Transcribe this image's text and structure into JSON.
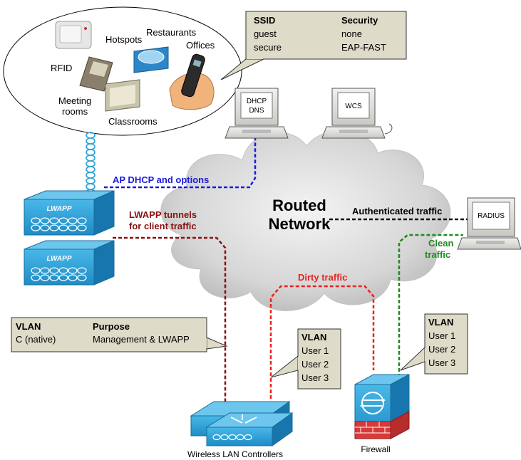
{
  "venues": {
    "rfid": "RFID",
    "hotspots": "Hotspots",
    "restaurants": "Restaurants",
    "offices": "Offices",
    "meeting_rooms_1": "Meeting",
    "meeting_rooms_2": "rooms",
    "classrooms": "Classrooms"
  },
  "ssid_table": {
    "col1_header": "SSID",
    "col2_header": "Security",
    "rows": [
      {
        "ssid": "guest",
        "security": "none"
      },
      {
        "ssid": "secure",
        "security": "EAP-FAST"
      }
    ]
  },
  "servers": {
    "dhcp_line1": "DHCP",
    "dhcp_line2": "DNS",
    "wcs": "WCS",
    "radius": "RADIUS"
  },
  "cloud": {
    "line1": "Routed",
    "line2": "Network"
  },
  "access_point": {
    "label": "LWAPP"
  },
  "links": {
    "ap_dhcp": "AP DHCP and options",
    "lwapp_tunnels_1": "LWAPP tunnels",
    "lwapp_tunnels_2": "for client traffic",
    "authenticated": "Authenticated traffic",
    "clean_1": "Clean",
    "clean_2": "traffic",
    "dirty": "Dirty traffic"
  },
  "vlan_native": {
    "col1_header": "VLAN",
    "col2_header": "Purpose",
    "vlan": "C (native)",
    "purpose": "Management & LWAPP"
  },
  "vlan_controller": {
    "header": "VLAN",
    "items": [
      "User 1",
      "User 2",
      "User 3"
    ]
  },
  "vlan_firewall": {
    "header": "VLAN",
    "items": [
      "User 1",
      "User 2",
      "User 3"
    ]
  },
  "devices": {
    "controllers": "Wireless LAN Controllers",
    "firewall": "Firewall"
  },
  "colors": {
    "ap_dhcp_link": "#1a1adc",
    "lwapp_link": "#8b1010",
    "auth_link": "#111111",
    "clean_link": "#1f8a1f",
    "dirty_link": "#e8231f",
    "device_blue": "#2aa0d8",
    "callout_fill": "#dedbc8"
  }
}
